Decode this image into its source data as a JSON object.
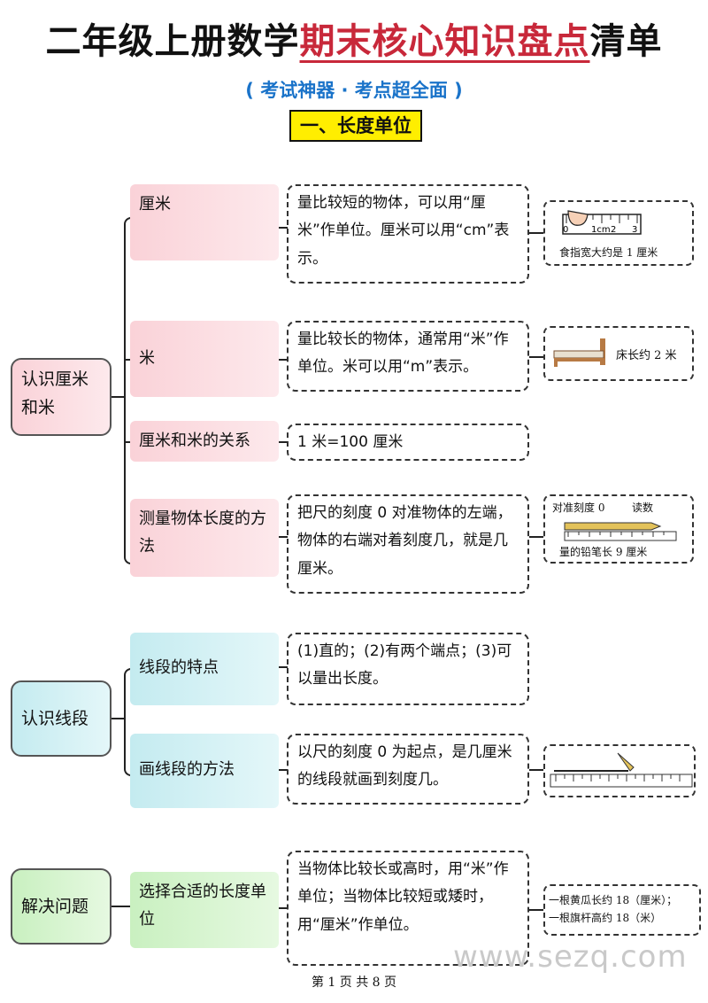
{
  "title": {
    "prefix": "二年级上册数学",
    "highlight": "期末核心知识盘点",
    "suffix": "清单"
  },
  "subtitle": "( 考试神器 · 考点超全面 )",
  "section": "一、长度单位",
  "groups": [
    {
      "category": "认识厘米和米",
      "items": [
        {
          "label": "厘米",
          "desc": "量比较短的物体，可以用“厘米”作单位。厘米可以用“cm”表示。",
          "pic_caption": "食指宽大约是 1 厘米",
          "ruler_labels": [
            "0",
            "1cm",
            "2",
            "3"
          ]
        },
        {
          "label": "米",
          "desc": "量比较长的物体，通常用“米”作单位。米可以用“m”表示。",
          "pic_caption": "床长约 2 米"
        },
        {
          "label": "厘米和米的关系",
          "desc": "1 米=100 厘米"
        },
        {
          "label": "测量物体长度的方法",
          "desc": "把尺的刻度 0 对准物体的左端，物体的右端对着刻度几，就是几厘米。",
          "pic_top_left": "对准刻度 0",
          "pic_top_right": "读数",
          "pic_caption": "量的铅笔长 9 厘米"
        }
      ]
    },
    {
      "category": "认识线段",
      "items": [
        {
          "label": "线段的特点",
          "desc": "(1)直的；(2)有两个端点；(3)可以量出长度。"
        },
        {
          "label": "画线段的方法",
          "desc": "以尺的刻度 0 为起点，是几厘米的线段就画到刻度几。"
        }
      ]
    },
    {
      "category": "解决问题",
      "items": [
        {
          "label": "选择合适的长度单位",
          "desc": "当物体比较长或高时，用“米”作单位；当物体比较短或矮时，用“厘米”作单位。",
          "pic_lines": [
            "一根黄瓜长约 18（厘米）；",
            "一根旗杆高约 18（米）"
          ]
        }
      ]
    }
  ],
  "footer": "第 1 页 共 8 页",
  "watermark": "www.sezq.com",
  "colors": {
    "highlight": "#c8283a",
    "subtitle": "#1a73c9",
    "section_bg": "#ffee00",
    "pink": "#fad2d8",
    "cyan": "#c4ebf0",
    "green": "#c9f0c0"
  }
}
